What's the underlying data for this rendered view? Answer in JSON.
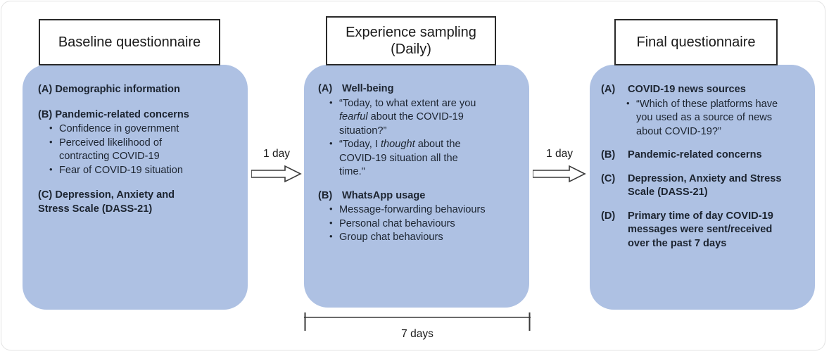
{
  "diagram": {
    "title": "Study design flow: Baseline questionnaire, daily experience sampling, final questionnaire",
    "panel_fill_color": "#aec1e3",
    "title_box_border_color": "#2a2a2a",
    "text_color": "#1c2430"
  },
  "panels": [
    {
      "id": "baseline",
      "title": "Baseline questionnaire",
      "sections": [
        {
          "label": "(A)",
          "heading": "Demographic information",
          "bullets": []
        },
        {
          "label": "(B)",
          "heading": "Pandemic-related concerns",
          "bullets": [
            "Confidence in government",
            "Perceived likelihood of contracting COVID-19",
            "Fear of COVID-19 situation"
          ]
        },
        {
          "label": "(C)",
          "heading": "Depression, Anxiety and Stress Scale (DASS-21)",
          "bullets": []
        }
      ]
    },
    {
      "id": "experience-sampling",
      "title_line_1": "Experience sampling",
      "title_line_2": "(Daily)",
      "sections": [
        {
          "label": "(A)",
          "heading": "Well-being",
          "bullets": [
            "“Today, to what extent are you fearful about the COVID-19 situation?”",
            "“Today, I thought about the COVID-19 situation all the time.\""
          ],
          "bullet_italic_words": [
            "fearful",
            "thought"
          ]
        },
        {
          "label": "(B)",
          "heading": "WhatsApp usage",
          "bullets": [
            "Message-forwarding behaviours",
            "Personal chat behaviours",
            "Group chat behaviours"
          ]
        }
      ]
    },
    {
      "id": "final",
      "title": "Final questionnaire",
      "sections": [
        {
          "label": "(A)",
          "heading": "COVID-19 news sources",
          "bullets": [
            "“Which of these platforms have you used as a source of news about COVID-19?”"
          ]
        },
        {
          "label": "(B)",
          "heading": "Pandemic-related concerns",
          "bullets": []
        },
        {
          "label": "(C)",
          "heading": "Depression, Anxiety and Stress Scale (DASS-21)",
          "bullets": []
        },
        {
          "label": "(D)",
          "heading": "Primary time of day COVID-19 messages were sent/received over the past 7 days",
          "bullets": []
        }
      ]
    }
  ],
  "connectors": [
    {
      "id": "arrow-baseline-to-sampling",
      "label": "1 day"
    },
    {
      "id": "arrow-sampling-to-final",
      "label": "1 day"
    }
  ],
  "bracket": {
    "id": "duration-bracket",
    "label": "7 days"
  },
  "text_fragments": {
    "p1_b_head_label": "(B)",
    "p1_sec_a": "(A) Demographic information",
    "p1_sec_b": "(B) Pandemic-related concerns",
    "p1_b_bullet_1": "Confidence in government",
    "p1_b_bullet_2a": "Perceived likelihood of",
    "p1_b_bullet_2b": "contracting COVID-19",
    "p1_b_bullet_3": "Fear of COVID-19 situation",
    "p1_sec_c_l1": "(C) Depression, Anxiety and",
    "p1_sec_c_l2": "Stress Scale (DASS-21)",
    "p2_a_label": "(A)",
    "p2_a_head": "Well-being",
    "p2_a_b1_l1": "“Today, to what extent are you",
    "p2_a_b1_l2_it": "fearful",
    "p2_a_b1_l2_rest": "about the COVID-19",
    "p2_a_b1_l3": "situation?”",
    "p2_a_b2_l1_pre": "“Today, I",
    "p2_a_b2_l1_it": "thought",
    "p2_a_b2_l1_post": "about the",
    "p2_a_b2_l2": "COVID-19 situation all the",
    "p2_a_b2_l3": "time.\"",
    "p2_b_label": "(B)",
    "p2_b_head": "WhatsApp usage",
    "p2_b_bullet_1": "Message-forwarding behaviours",
    "p2_b_bullet_2": "Personal chat behaviours",
    "p2_b_bullet_3": "Group chat behaviours",
    "p3_a_label": "(A)",
    "p3_a_head": "COVID-19 news sources",
    "p3_a_b1_l1": "“Which of these platforms have",
    "p3_a_b1_l2": "you used as a source of news",
    "p3_a_b1_l3": "about COVID-19?”",
    "p3_b_label": "(B)",
    "p3_b_head": "Pandemic-related concerns",
    "p3_c_label": "(C)",
    "p3_c_head_l1": "Depression, Anxiety and Stress",
    "p3_c_head_l2": "Scale (DASS-21)",
    "p3_d_label": "(D)",
    "p3_d_head_l1": "Primary time of day COVID-19",
    "p3_d_head_l2": "messages were sent/received",
    "p3_d_head_l3": "over the past 7 days"
  }
}
